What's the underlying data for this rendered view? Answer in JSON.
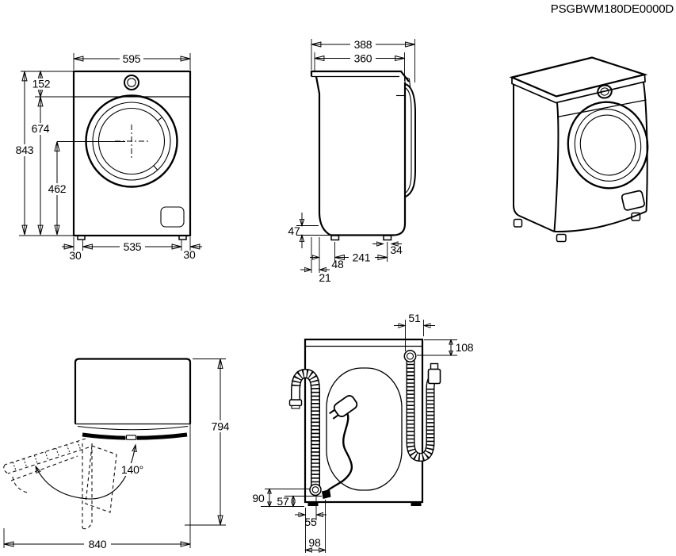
{
  "doc_code": "PSGBWM180DE0000D",
  "views": {
    "front": {
      "dims": {
        "width": "595",
        "panel_height": "152",
        "door_center_from_top": "674",
        "height": "843",
        "door_center_from_floor": "462",
        "foot_offset_left": "30",
        "feet_spacing": "535",
        "foot_offset_right": "30"
      }
    },
    "side": {
      "dims": {
        "depth_total": "388",
        "depth_body": "360",
        "base_recess": "47",
        "rear_foot_offset": "48",
        "feet_spacing": "241",
        "front_foot_offset": "34",
        "back_edge_offset": "21"
      }
    },
    "rear": {
      "dims": {
        "drain_from_right": "51",
        "drain_from_top": "108",
        "drain_outlet_height": "90",
        "cord_outlet_height": "57",
        "drain_from_left": "55",
        "cord_from_left": "98"
      }
    },
    "top": {
      "dims": {
        "depth_door_open": "794",
        "width_door_open": "840",
        "door_angle": "140°"
      }
    }
  }
}
